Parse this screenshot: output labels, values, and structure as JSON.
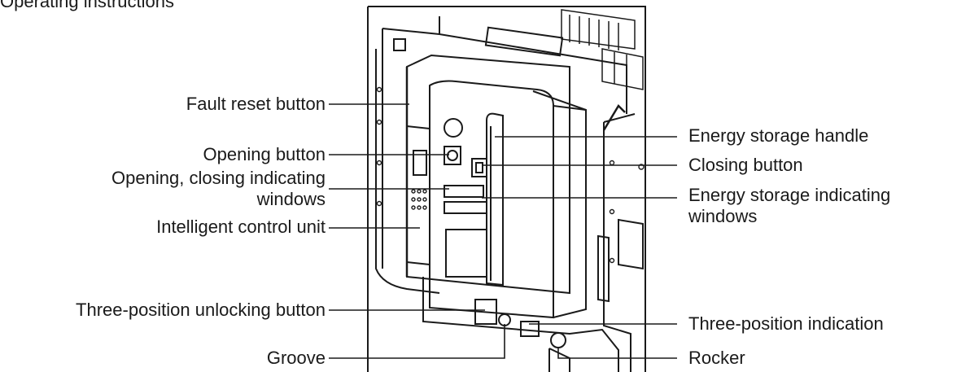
{
  "heading": "Operating instructions",
  "labels": {
    "fault_reset": "Fault reset button",
    "opening_button": "Opening button",
    "indicating_windows_1": "Opening, closing indicating",
    "indicating_windows_2": "windows",
    "control_unit": "Intelligent control unit",
    "unlocking_button": "Three-position unlocking button",
    "groove": "Groove",
    "storage_handle": "Energy storage handle",
    "closing_button": "Closing button",
    "storage_windows_1": "Energy storage indicating",
    "storage_windows_2": "windows",
    "position_indication": "Three-position indication",
    "rocker": "Rocker"
  }
}
